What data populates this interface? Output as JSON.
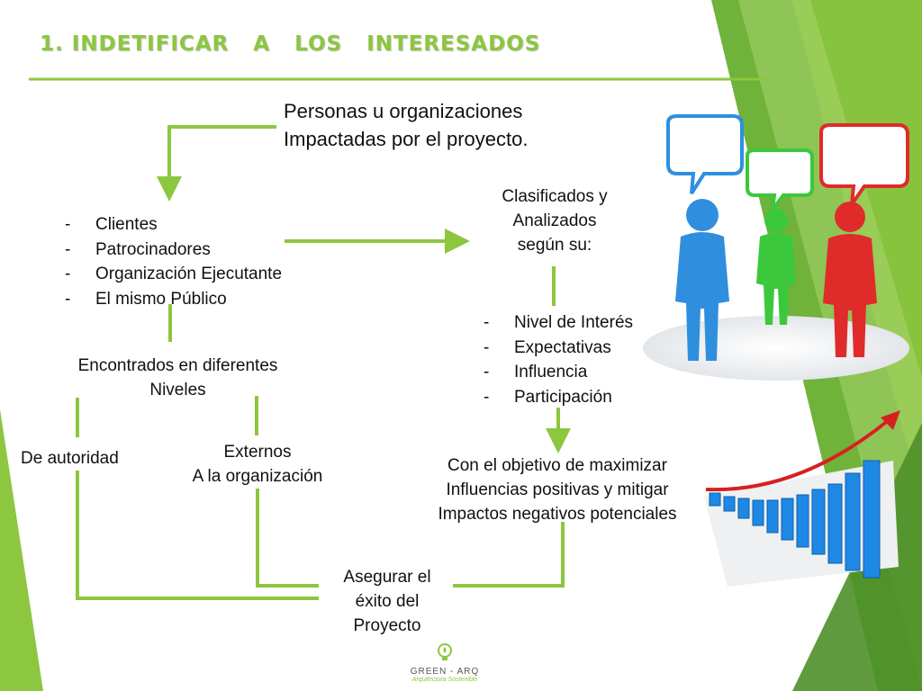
{
  "slide": {
    "title": "1. INDETIFICAR   A   LOS   INTERESADOS",
    "intro": [
      "Personas u organizaciones",
      "Impactadas por el proyecto."
    ],
    "stakeholders": [
      "Clientes",
      "Patrocinadores",
      "Organización Ejecutante",
      "El mismo Público"
    ],
    "levels_label": [
      "Encontrados en diferentes",
      "Niveles"
    ],
    "authority_label": "De autoridad",
    "external_label": [
      "Externos",
      "A la organización"
    ],
    "classified_label": [
      "Clasificados y",
      "Analizados",
      "según su:"
    ],
    "criteria": [
      "Nivel de Interés",
      "Expectativas",
      "Influencia",
      "Participación"
    ],
    "objective_label": [
      "Con el objetivo de maximizar",
      "Influencias positivas y mitigar",
      "Impactos negativos potenciales"
    ],
    "success_label": [
      "Asegurar el",
      "éxito del",
      "Proyecto"
    ],
    "logo": {
      "name": "GREEN - ARQ",
      "subtitle": "Arquitectura Sostenible"
    }
  },
  "colors": {
    "accent": "#8dc63f",
    "dark_green": "#4e8f2a",
    "person_blue": "#2f8fde",
    "person_green": "#3cc83c",
    "person_red": "#e02b2b"
  }
}
